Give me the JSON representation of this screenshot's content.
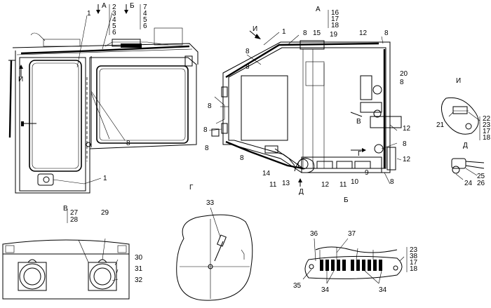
{
  "labels": {
    "view_a_arrow": "А",
    "view_b_arrow": "Б",
    "view_a_title": "А",
    "view_i_arrow": "И",
    "view_i_title": "И",
    "view_d_title": "Д",
    "view_v_title": "В",
    "view_g_title": "Г",
    "view_b_title": "Б",
    "marker_i_left": "И",
    "marker_v": "В",
    "marker_g": "Г",
    "marker_d": "Д"
  },
  "callouts": {
    "n1": "1",
    "n2": "2",
    "n3": "3",
    "n4": "4",
    "n5": "5",
    "n6": "6",
    "n7": "7",
    "n8": "8",
    "n9": "9",
    "n10": "10",
    "n11": "11",
    "n12": "12",
    "n13": "13",
    "n14": "14",
    "n15": "15",
    "n16": "16",
    "n17": "17",
    "n18": "18",
    "n19": "19",
    "n20": "20",
    "n21": "21",
    "n22": "22",
    "n23": "23",
    "n24": "24",
    "n25": "25",
    "n26": "26",
    "n27": "27",
    "n28": "28",
    "n29": "29",
    "n30": "30",
    "n31": "31",
    "n32": "32",
    "n33": "33",
    "n34": "34",
    "n35": "35",
    "n36": "36",
    "n37": "37",
    "n38": "38"
  }
}
